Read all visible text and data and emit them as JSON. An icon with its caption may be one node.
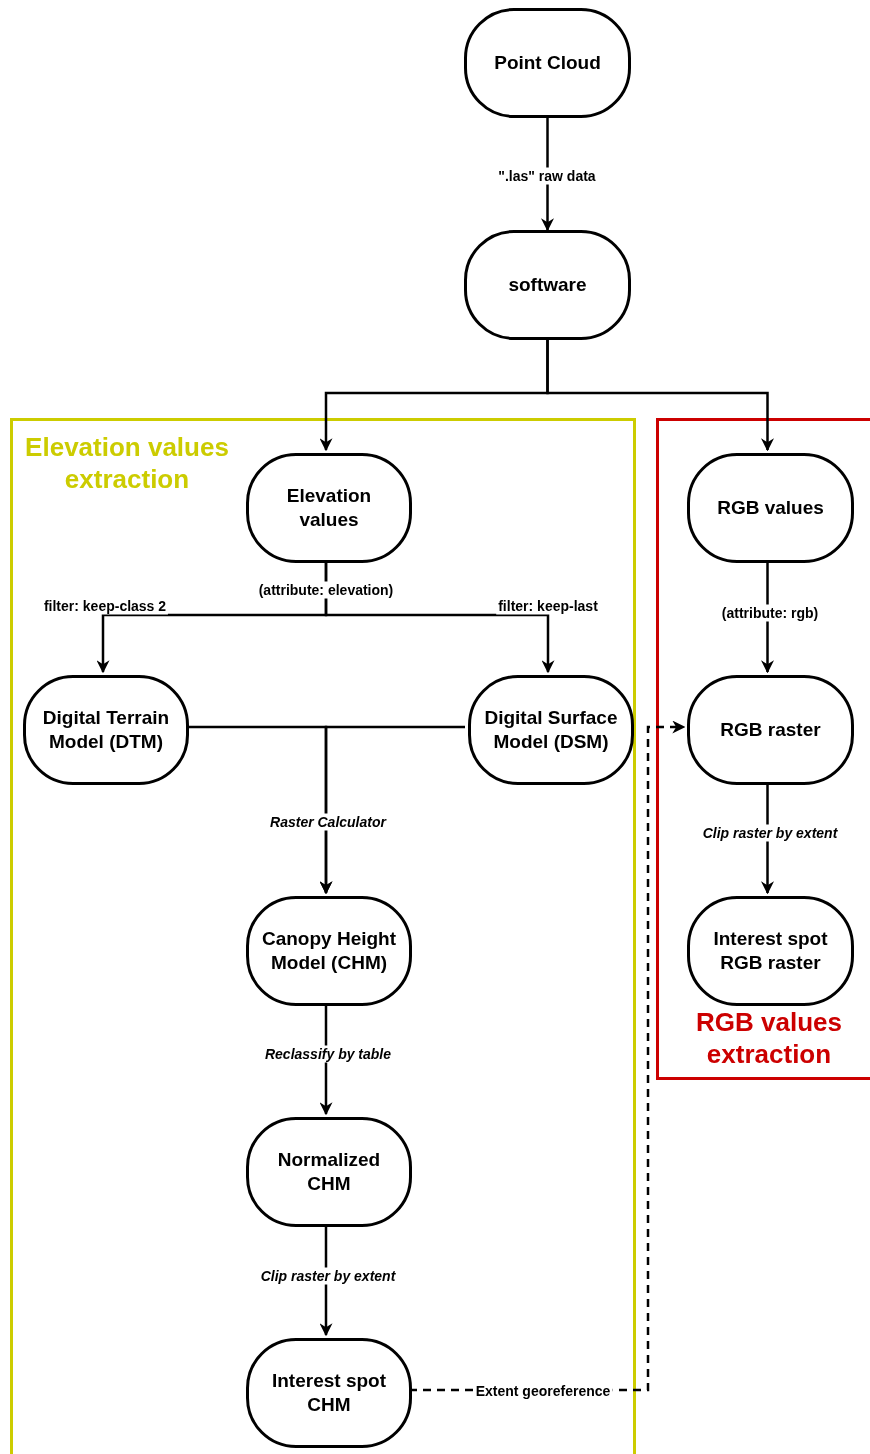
{
  "diagram": {
    "nodes": [
      {
        "text": [
          "Point Cloud"
        ]
      },
      {
        "text": [
          "software"
        ]
      },
      {
        "text": [
          "Elevation values extraction"
        ]
      },
      {
        "text": [
          "Elevation values"
        ],
        "in": 2
      },
      {
        "text": [
          "Digital Terrain Model (DTM)"
        ],
        "in": 2
      },
      {
        "text": [
          "Digital Surface Model (DSM)"
        ],
        "in": 2
      },
      {
        "text": [
          "Canopy Height Model (CHM)"
        ],
        "in": 2
      },
      {
        "text": [
          "Normalized CHM"
        ],
        "in": 2
      },
      {
        "text": [
          "Interest spot CHM"
        ],
        "in": 2
      },
      {
        "text": [
          "RGB values extraction"
        ]
      },
      {
        "text": [
          "RGB values"
        ],
        "in": 9
      },
      {
        "text": [
          "RGB raster"
        ],
        "in": 9
      },
      {
        "text": [
          "Interest spot RGB raster"
        ],
        "in": 9
      }
    ],
    "edges": [
      {
        "from": 0,
        "to": 1,
        "arrow": "to",
        "label": "\".las\" raw data"
      },
      {
        "from": 1,
        "to": 3,
        "arrow": "to"
      },
      {
        "from": 1,
        "to": 10,
        "arrow": "to"
      },
      {
        "from": 3,
        "to": 4,
        "arrow": "to",
        "label": "filter: keep-class 2"
      },
      {
        "from": 3,
        "to": 5,
        "arrow": "to",
        "label": "filter: keep-last"
      },
      {
        "from": 4,
        "to": 6,
        "arrow": "to",
        "label": "Raster Calculator"
      },
      {
        "from": 5,
        "to": 6,
        "arrow": "to"
      },
      {
        "from": 6,
        "to": 7,
        "arrow": "to",
        "label": "Reclassify by table"
      },
      {
        "from": 7,
        "to": 8,
        "arrow": "to",
        "label": "Clip raster by extent"
      },
      {
        "from": 10,
        "to": 11,
        "arrow": "to",
        "label": "(attribute: rgb)"
      },
      {
        "from": 11,
        "to": 12,
        "arrow": "to",
        "label": "Clip raster by extent"
      },
      {
        "from": 8,
        "to": 11,
        "arrow": "to",
        "style": "dashed",
        "label": "Extent georeference"
      }
    ],
    "labels": [
      "(attribute: elevation)"
    ]
  }
}
